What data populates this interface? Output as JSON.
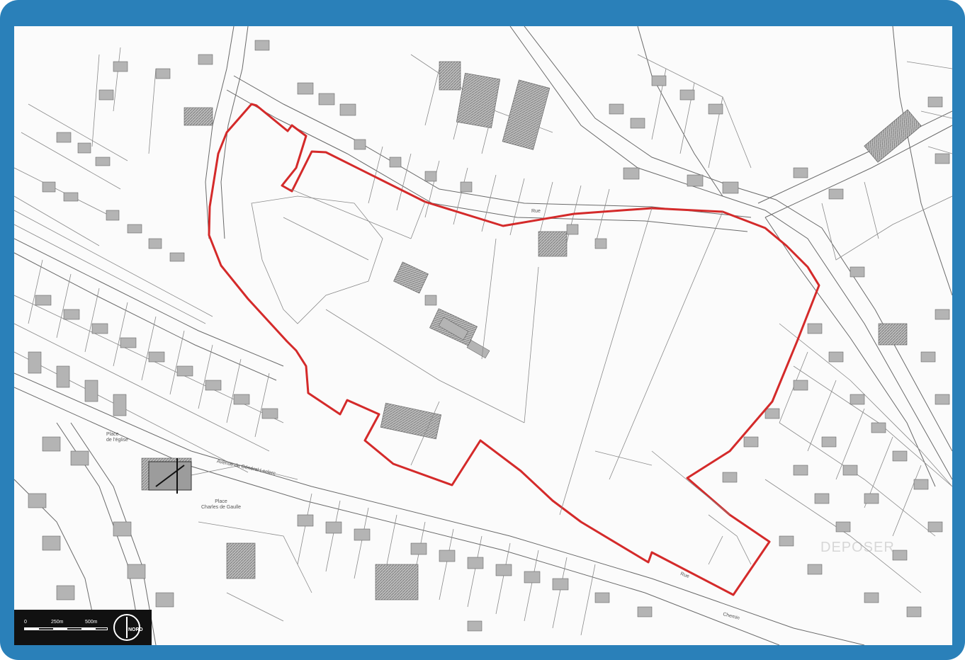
{
  "colors": {
    "frame": "#2a80b9",
    "perimeter": "#d42a2a",
    "parcel_line": "#6a6a6a",
    "building_fill": "#a9a9a9"
  },
  "scale_bar": {
    "labels": [
      "0",
      "250m",
      "500m"
    ]
  },
  "north_arrow": {
    "label": "NORD",
    "icon": "north-arrow-icon"
  },
  "map_labels": {
    "place_church": "Place\nde l'église",
    "place_charles": "Place\nCharles de Gaulle",
    "avenue": "Avenue du Général Leclerc",
    "rue": "Rue",
    "rue_south": "Rue",
    "chemin": "Chemin"
  },
  "watermark": "DEPOSER"
}
